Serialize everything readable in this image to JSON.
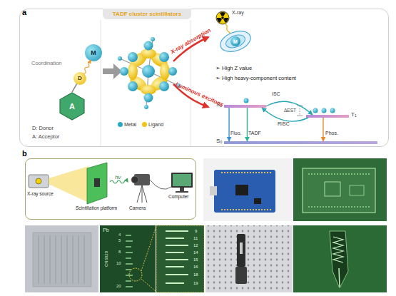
{
  "diagram": {
    "nodes": [
      {
        "text": [
          "TADF cluster scintillators"
        ]
      },
      {
        "text": [
          "M"
        ],
        "in": 0
      },
      {
        "text": [
          "D"
        ],
        "in": 0
      },
      {
        "text": [
          "A"
        ],
        "in": 0
      },
      {
        "text": [
          "S₁"
        ],
        "in": 0
      },
      {
        "text": [
          "T₁"
        ],
        "in": 0
      },
      {
        "text": [
          "S₀"
        ],
        "in": 0
      },
      {
        "text": [
          "X-ray source",
          "Scintillation platform",
          "hν",
          "Camera",
          "Computer"
        ]
      }
    ],
    "edges": [
      {
        "from": 2,
        "to": 1,
        "arrow": "to",
        "label": "Coordination"
      },
      {
        "from": 4,
        "to": 5,
        "arrow": "to",
        "label": "ISC"
      },
      {
        "from": 5,
        "to": 4,
        "arrow": "to",
        "label": "RISC"
      },
      {
        "from": 4,
        "to": 6,
        "arrow": "to",
        "label": "Fluo."
      },
      {
        "from": 4,
        "to": 6,
        "arrow": "to",
        "label": "TADF"
      },
      {
        "from": 5,
        "to": 6,
        "arrow": "to",
        "label": "Phos."
      }
    ],
    "labels": [
      "a",
      "D: Donor",
      "A: Acceptor",
      "X-ray absorption",
      "Luminous excitons",
      "X-ray",
      "M",
      "➢ High Z value",
      "➢ High heavy-component content",
      "ΔEST",
      "b",
      "Pb",
      "CN6020",
      "4",
      "5",
      "8",
      "10",
      "20",
      "9",
      "11",
      "12",
      "14",
      "15",
      "16",
      "18",
      "19"
    ],
    "legend": [
      {
        "text": "Metal",
        "color": "#29a9c5"
      },
      {
        "text": "Ligand",
        "color": "#f0c419"
      }
    ]
  }
}
